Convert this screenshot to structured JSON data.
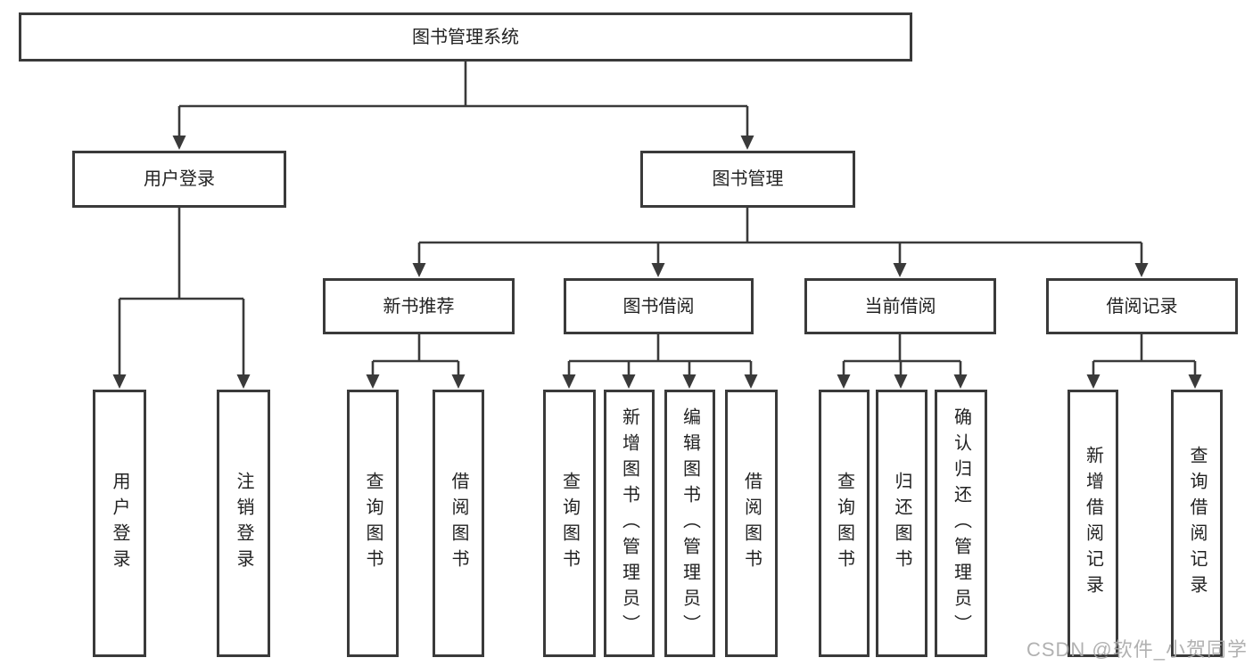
{
  "diagram": {
    "root": {
      "label": "图书管理系统"
    },
    "level2": [
      {
        "label": "用户登录"
      },
      {
        "label": "图书管理"
      }
    ],
    "level3": [
      {
        "label": "新书推荐"
      },
      {
        "label": "图书借阅"
      },
      {
        "label": "当前借阅"
      },
      {
        "label": "借阅记录"
      }
    ],
    "leaves": {
      "login": [
        "用户登录",
        "注销登录"
      ],
      "newbook": [
        "查询图书",
        "借阅图书"
      ],
      "borrow": [
        "查询图书",
        "新增图书（管理员）",
        "编辑图书（管理员）",
        "借阅图书"
      ],
      "current": [
        "查询图书",
        "归还图书",
        "确认归还（管理员）"
      ],
      "record": [
        "新增借阅记录",
        "查询借阅记录"
      ]
    }
  },
  "watermark": "CSDN @软件_小贺同学",
  "colors": {
    "line": "#3a3a3a",
    "text": "#222222",
    "box_background": "#ffffff",
    "watermark": "#a8a8a8"
  }
}
